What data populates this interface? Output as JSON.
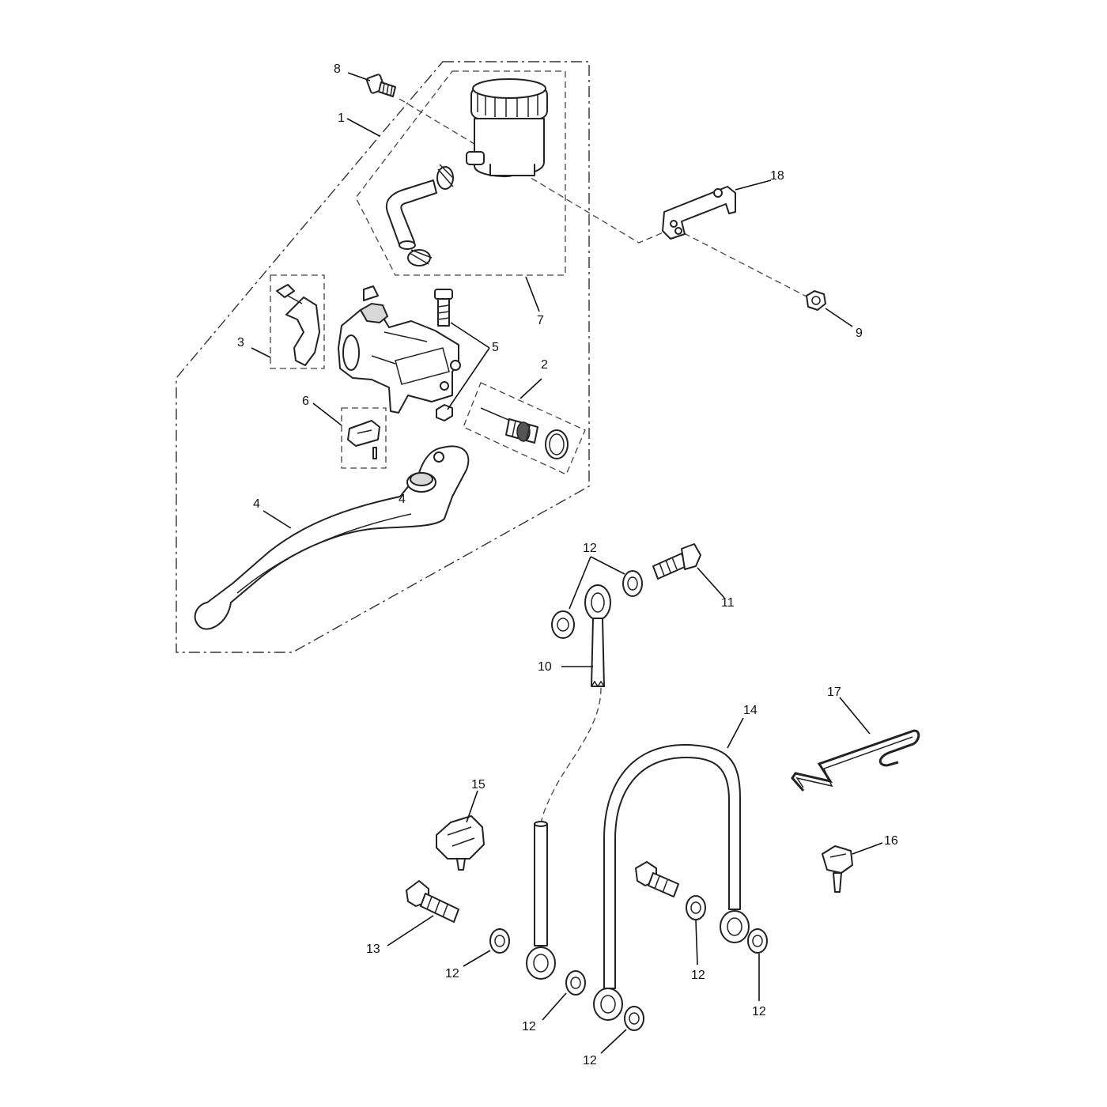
{
  "callouts": [
    {
      "id": "c1",
      "text": "1"
    },
    {
      "id": "c2",
      "text": "2"
    },
    {
      "id": "c3",
      "text": "3"
    },
    {
      "id": "c4",
      "text": "4"
    },
    {
      "id": "c5",
      "text": "5"
    },
    {
      "id": "c6",
      "text": "6"
    },
    {
      "id": "c7",
      "text": "7"
    },
    {
      "id": "c8",
      "text": "8"
    },
    {
      "id": "c9",
      "text": "9"
    },
    {
      "id": "c10",
      "text": "10"
    },
    {
      "id": "c11",
      "text": "11"
    },
    {
      "id": "c12a",
      "text": "12"
    },
    {
      "id": "c12b",
      "text": "12"
    },
    {
      "id": "c12c",
      "text": "12"
    },
    {
      "id": "c12d",
      "text": "12"
    },
    {
      "id": "c12e",
      "text": "12"
    },
    {
      "id": "c12f",
      "text": "12"
    },
    {
      "id": "c13",
      "text": "13"
    },
    {
      "id": "c14",
      "text": "14"
    },
    {
      "id": "c15",
      "text": "15"
    },
    {
      "id": "c16",
      "text": "16"
    },
    {
      "id": "c17",
      "text": "17"
    },
    {
      "id": "c18",
      "text": "18"
    }
  ],
  "lever_marking": "4"
}
